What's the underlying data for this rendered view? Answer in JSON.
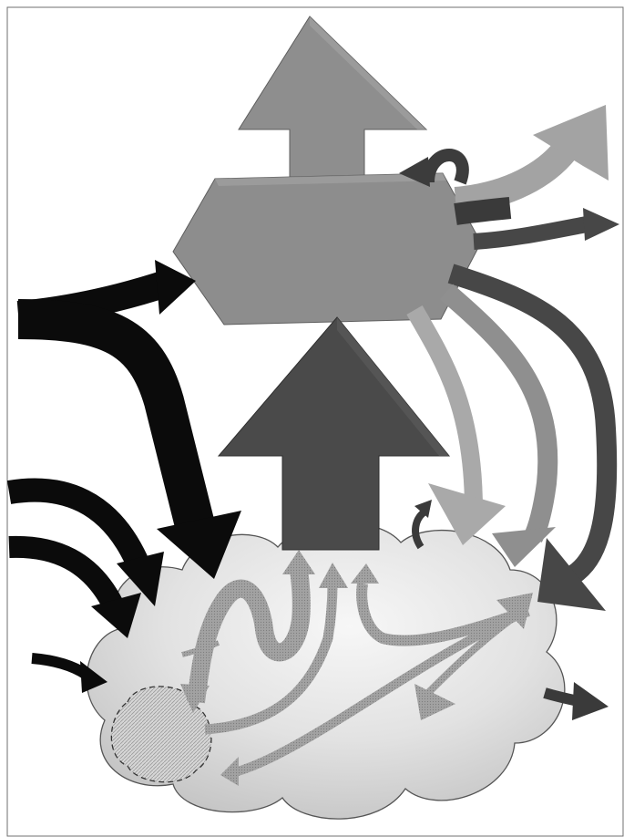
{
  "diagram": {
    "kind": "flow-diagram",
    "labels": [],
    "colors": {
      "background": "#ffffff",
      "frame": "#6f6f6f",
      "hexagon": "#8d8d8d",
      "top_arrow": "#8e8e8e",
      "center_arrow": "#4a4a4a",
      "black_flows": "#0b0b0b",
      "dark_flows": "#3a3a3a",
      "light_flows": "#a3a3a3",
      "cloud_light": "#eeeeee",
      "cloud_dark": "#cfcfcf",
      "cloud_arrows": "#9a9a9a",
      "pool": "#c8c8c8"
    },
    "elements": [
      "top-arrow",
      "hexagon-node",
      "center-up-arrow",
      "cloud-node",
      "hatched-pool",
      "black-input-arrows",
      "dark-output-arrows",
      "light-output-arrows",
      "internal-cloud-arrows"
    ]
  }
}
